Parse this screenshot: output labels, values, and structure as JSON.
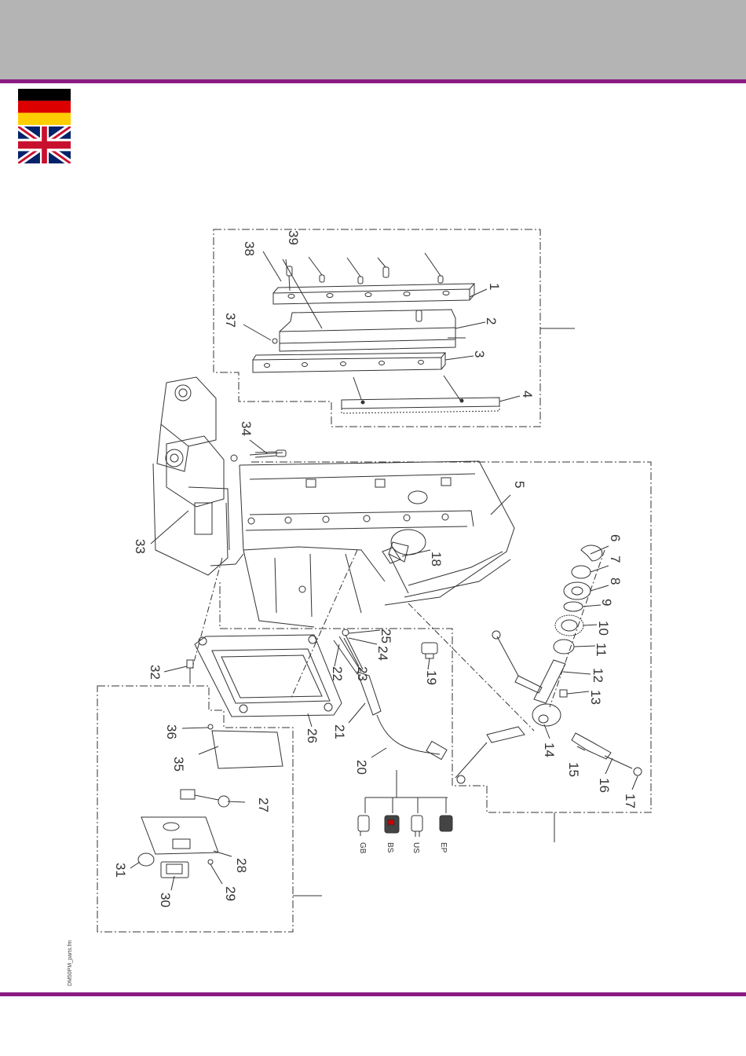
{
  "document": {
    "file_name": "DM50PM_parts.fm"
  },
  "flags": [
    {
      "country": "germany",
      "colors": [
        "#000000",
        "#dd0000",
        "#ffce00"
      ]
    },
    {
      "country": "united-kingdom",
      "colors": [
        "#012169",
        "#ffffff",
        "#c8102e"
      ]
    }
  ],
  "colors": {
    "header_band": "#b4b4b4",
    "accent_rule": "#8a1b82",
    "line_art": "#333333"
  },
  "callouts": [
    "1",
    "2",
    "3",
    "4",
    "5",
    "6",
    "7",
    "8",
    "9",
    "10",
    "11",
    "12",
    "13",
    "14",
    "15",
    "16",
    "17",
    "18",
    "19",
    "20",
    "21",
    "22",
    "23",
    "24",
    "25",
    "26",
    "27",
    "28",
    "29",
    "30",
    "31",
    "32",
    "33",
    "34",
    "35",
    "36",
    "37",
    "38",
    "39"
  ],
  "plug_variants": [
    "GB",
    "BS",
    "US",
    "EP"
  ]
}
